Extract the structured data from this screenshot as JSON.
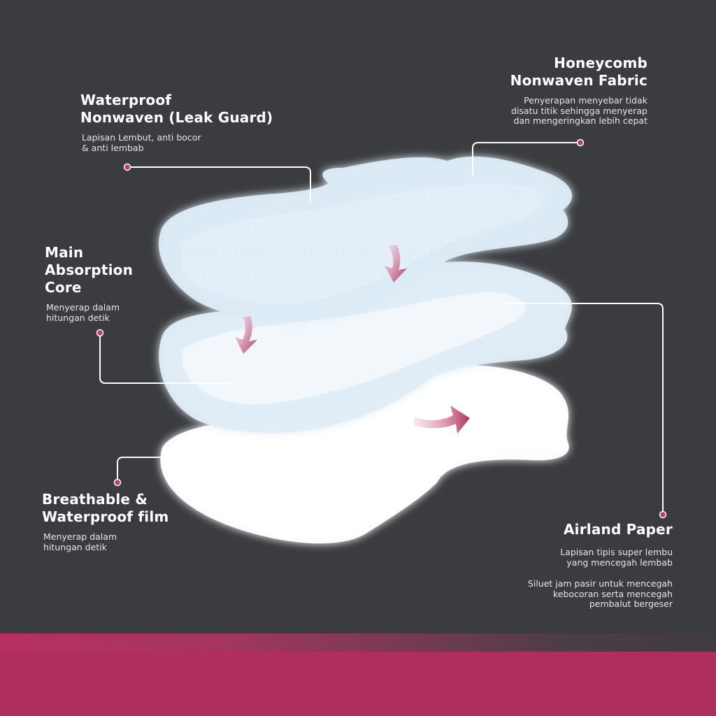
{
  "labels": {
    "honeycomb": {
      "title": "Honeycomb\nNonwaven Fabric",
      "desc": "Penyerapan menyebar tidak\ndisatu titik sehingga menyerap\ndan mengeringkan lebih cepat"
    },
    "waterproof_nonwoven": {
      "title": "Waterproof\nNonwaven (Leak Guard)",
      "desc": "Lapisan Lembut, anti bocor\n& anti lembab"
    },
    "main_core": {
      "title": "Main\nAbsorption\nCore",
      "desc": "Menyerap dalam\nhitungan detik"
    },
    "breathable": {
      "title": "Breathable &\nWaterproof film",
      "desc": "Menyerap dalam\nhitungan detik"
    },
    "airland": {
      "title": "Airland Paper",
      "desc1": "Lapisan tipis super lembu\nyang mencegah lembab",
      "desc2": "Siluet jam pasir untuk mencegah\nkebocoran serta mencegah\npembalut bergeser"
    }
  },
  "colors": {
    "background": "#3b3c3f",
    "accent": "#b02e5d",
    "dot": "#c23a6a",
    "layer_blue": "#dcebf6",
    "layer_white": "#ffffff"
  },
  "icons": [
    "arrow-down-icon",
    "arrow-down-icon",
    "arrow-right-icon"
  ]
}
